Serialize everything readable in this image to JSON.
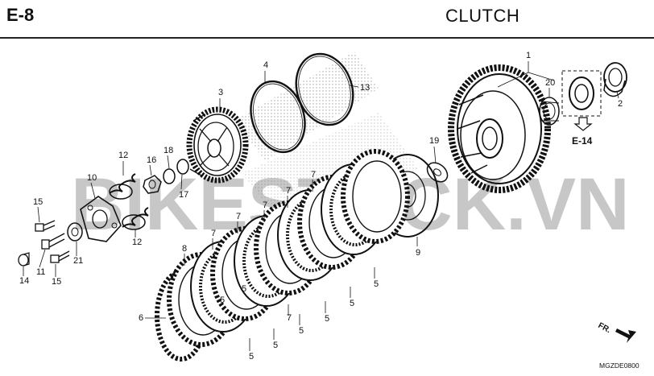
{
  "header": {
    "section_code": "E-8",
    "title": "CLUTCH"
  },
  "watermark": {
    "text": "BIKESTOCK.VN",
    "color_main": "#9a9a9a",
    "color_accent": "#d9342b"
  },
  "parts": [
    {
      "id": "p1",
      "num": "1"
    },
    {
      "id": "p2",
      "num": "2"
    },
    {
      "id": "p3",
      "num": "3"
    },
    {
      "id": "p4",
      "num": "4"
    },
    {
      "id": "p5a",
      "num": "5"
    },
    {
      "id": "p5b",
      "num": "5"
    },
    {
      "id": "p5c",
      "num": "5"
    },
    {
      "id": "p5d",
      "num": "5"
    },
    {
      "id": "p5e",
      "num": "5"
    },
    {
      "id": "p5f",
      "num": "5"
    },
    {
      "id": "p5g",
      "num": "5"
    },
    {
      "id": "p5h",
      "num": "5"
    },
    {
      "id": "p6",
      "num": "6"
    },
    {
      "id": "p7a",
      "num": "7"
    },
    {
      "id": "p7b",
      "num": "7"
    },
    {
      "id": "p7c",
      "num": "7"
    },
    {
      "id": "p7d",
      "num": "7"
    },
    {
      "id": "p7e",
      "num": "7"
    },
    {
      "id": "p7f",
      "num": "7"
    },
    {
      "id": "p8",
      "num": "8"
    },
    {
      "id": "p9",
      "num": "9"
    },
    {
      "id": "p10",
      "num": "10"
    },
    {
      "id": "p11",
      "num": "11"
    },
    {
      "id": "p12a",
      "num": "12"
    },
    {
      "id": "p12b",
      "num": "12"
    },
    {
      "id": "p13",
      "num": "13"
    },
    {
      "id": "p14",
      "num": "14"
    },
    {
      "id": "p15a",
      "num": "15"
    },
    {
      "id": "p15b",
      "num": "15"
    },
    {
      "id": "p16",
      "num": "16"
    },
    {
      "id": "p17",
      "num": "17"
    },
    {
      "id": "p18",
      "num": "18"
    },
    {
      "id": "p19",
      "num": "19"
    },
    {
      "id": "p20",
      "num": "20"
    },
    {
      "id": "p21",
      "num": "21"
    }
  ],
  "section_ref": "E-14",
  "direction_label": "FR.",
  "drawing_code": "MGZDE0800"
}
